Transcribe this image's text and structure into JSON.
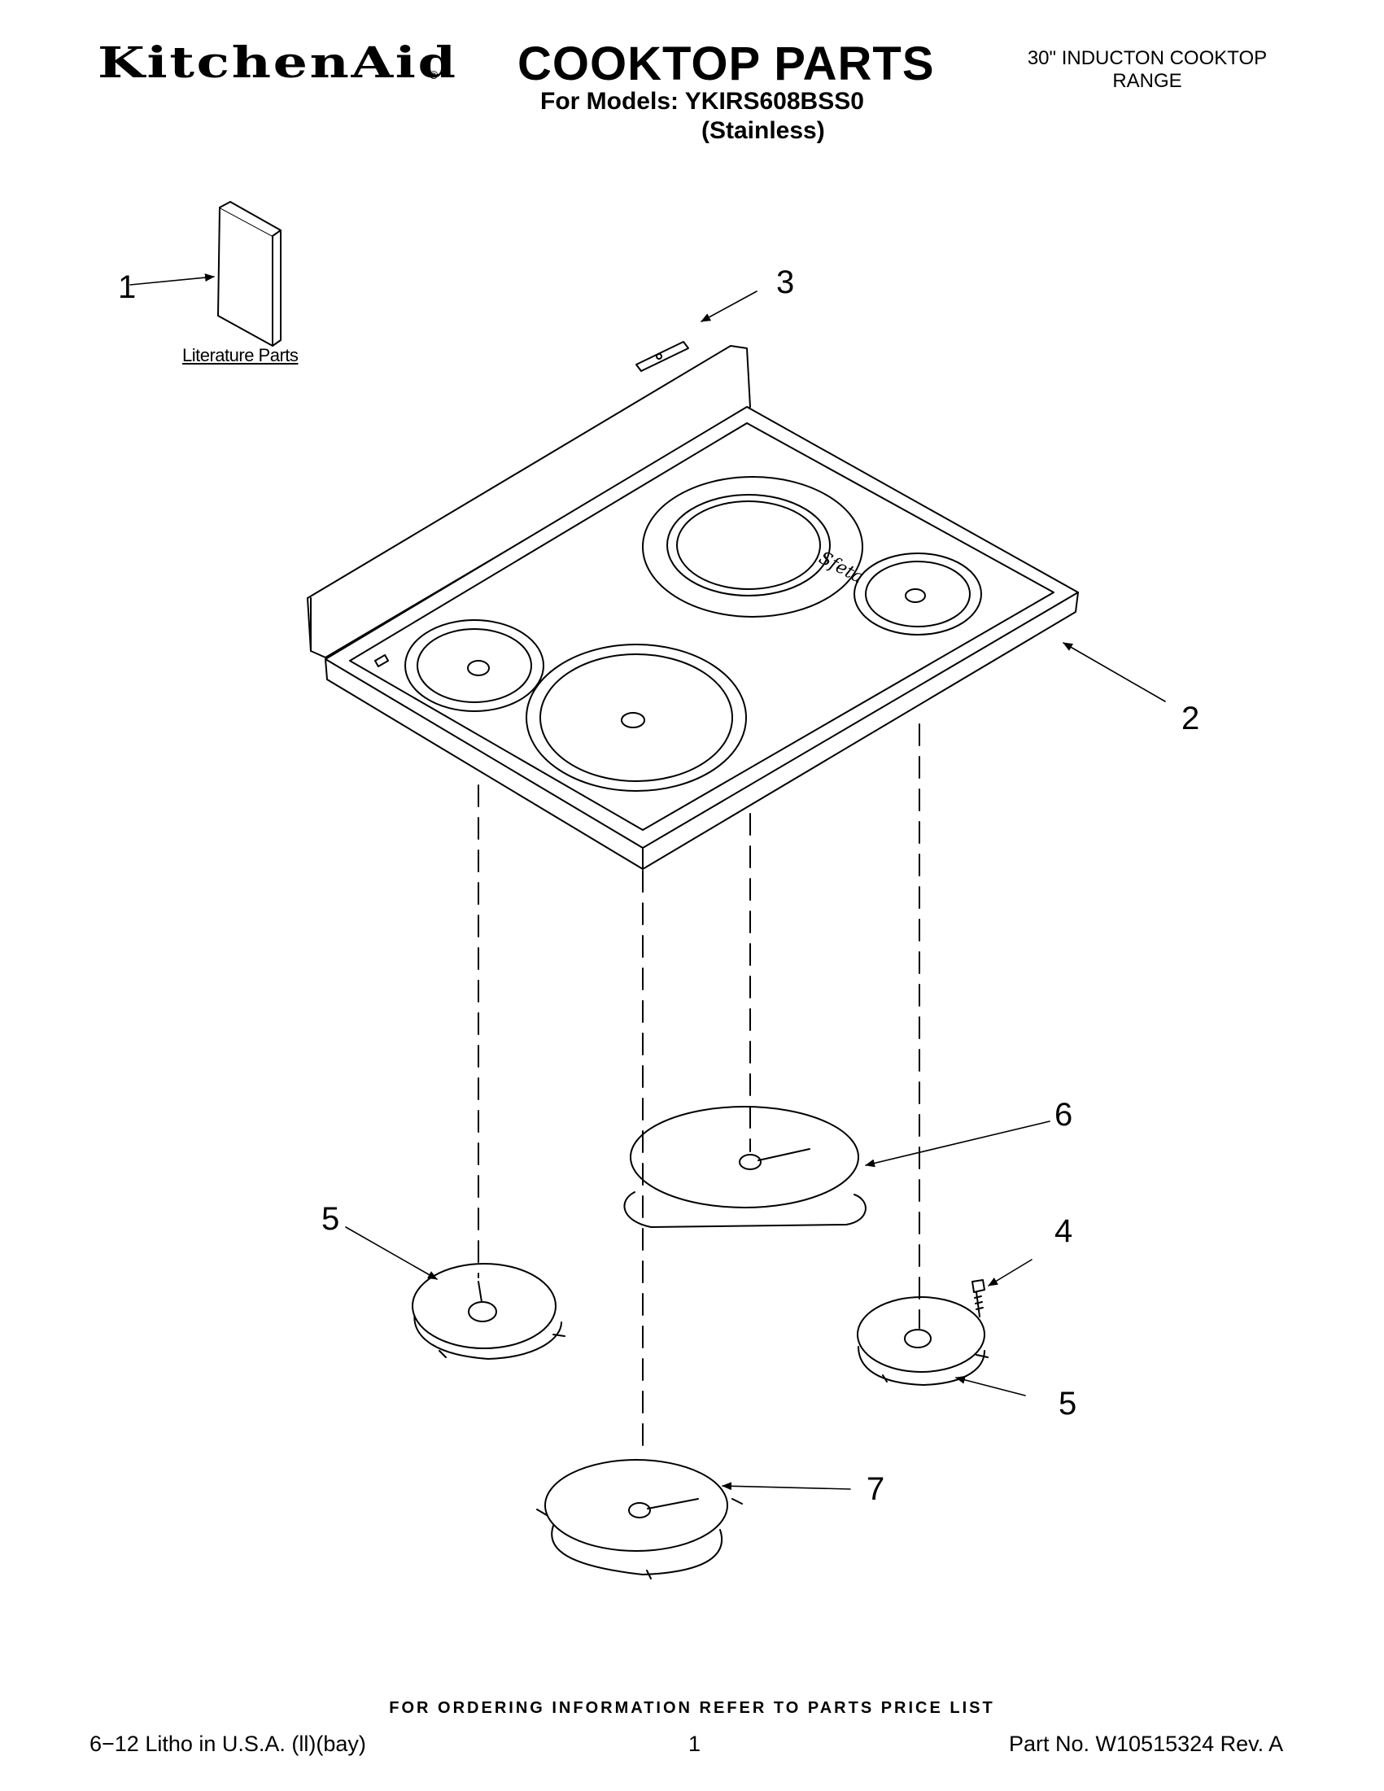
{
  "header": {
    "brand": "KitchenAid",
    "brand_mark": "®",
    "title": "COOKTOP PARTS",
    "models": "For Models: YKIRS608BSS0",
    "variant": "(Stainless)",
    "product_line1": "30\" INDUCTON COOKTOP",
    "product_line2": "RANGE"
  },
  "diagram": {
    "literature_label": "Literature Parts",
    "cooktop_logo": "Sfeta",
    "callouts": [
      "1",
      "2",
      "3",
      "4",
      "5",
      "5",
      "6",
      "7"
    ]
  },
  "footer": {
    "note": "FOR ORDERING INFORMATION REFER TO PARTS PRICE LIST",
    "print_info": "6−12 Litho in U.S.A. (ll)(bay)",
    "page": "1",
    "part_no": "Part No. W10515324 Rev. A"
  }
}
